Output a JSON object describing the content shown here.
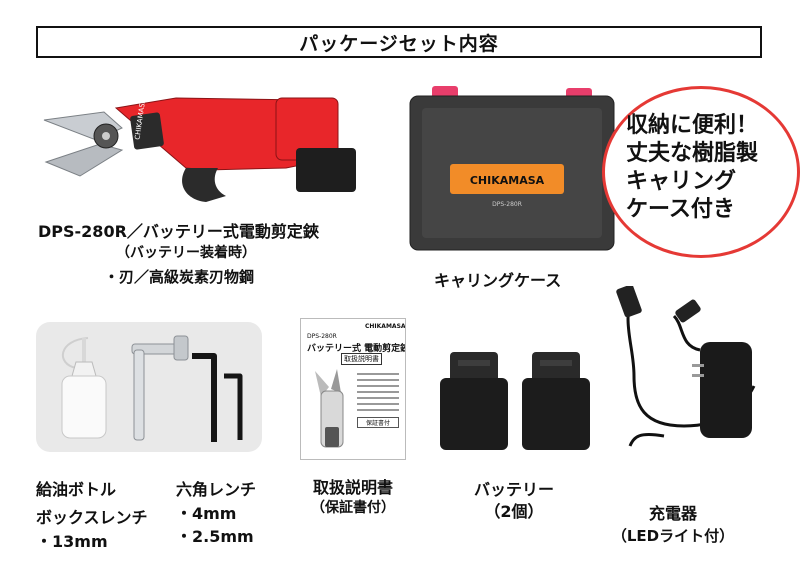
{
  "header": {
    "title": "パッケージセット内容"
  },
  "pruner": {
    "name": "DPS-280R／バッテリー式電動剪定鋏",
    "sub": "（バッテリー装着時）",
    "blade": "・刃／高級炭素刃物鋼",
    "brand": "CHIKAMASA",
    "colors": {
      "body": "#e8262a",
      "grip": "#2b2b2b",
      "blade": "#c9cdd2"
    }
  },
  "case": {
    "label": "キャリングケース",
    "brand": "CHIKAMASA",
    "model": "DPS-280R",
    "colors": {
      "shell": "#3a3a3a",
      "plate": "#f28c28",
      "accent": "#e83e6b"
    }
  },
  "callout": {
    "lines": [
      "収納に便利！",
      "丈夫な樹脂製",
      "キャリング",
      "ケース付き"
    ],
    "border": "#e53935"
  },
  "oil": {
    "label": "給油ボトル"
  },
  "box_wrench": {
    "label": "ボックスレンチ",
    "size": "・13mm"
  },
  "hex_wrench": {
    "label": "六角レンチ",
    "sizes": [
      "・4mm",
      "・2.5mm"
    ]
  },
  "manual": {
    "label": "取扱説明書",
    "sub": "（保証書付）",
    "brand": "CHIKAMASA",
    "model": "DPS-280R",
    "title": "バッテリー式 電動剪定鋏",
    "subtitle": "取扱説明書",
    "box": "保証書付"
  },
  "battery": {
    "label": "バッテリー",
    "sub": "（2個）"
  },
  "charger": {
    "label": "充電器",
    "sub": "（LEDライト付）"
  }
}
